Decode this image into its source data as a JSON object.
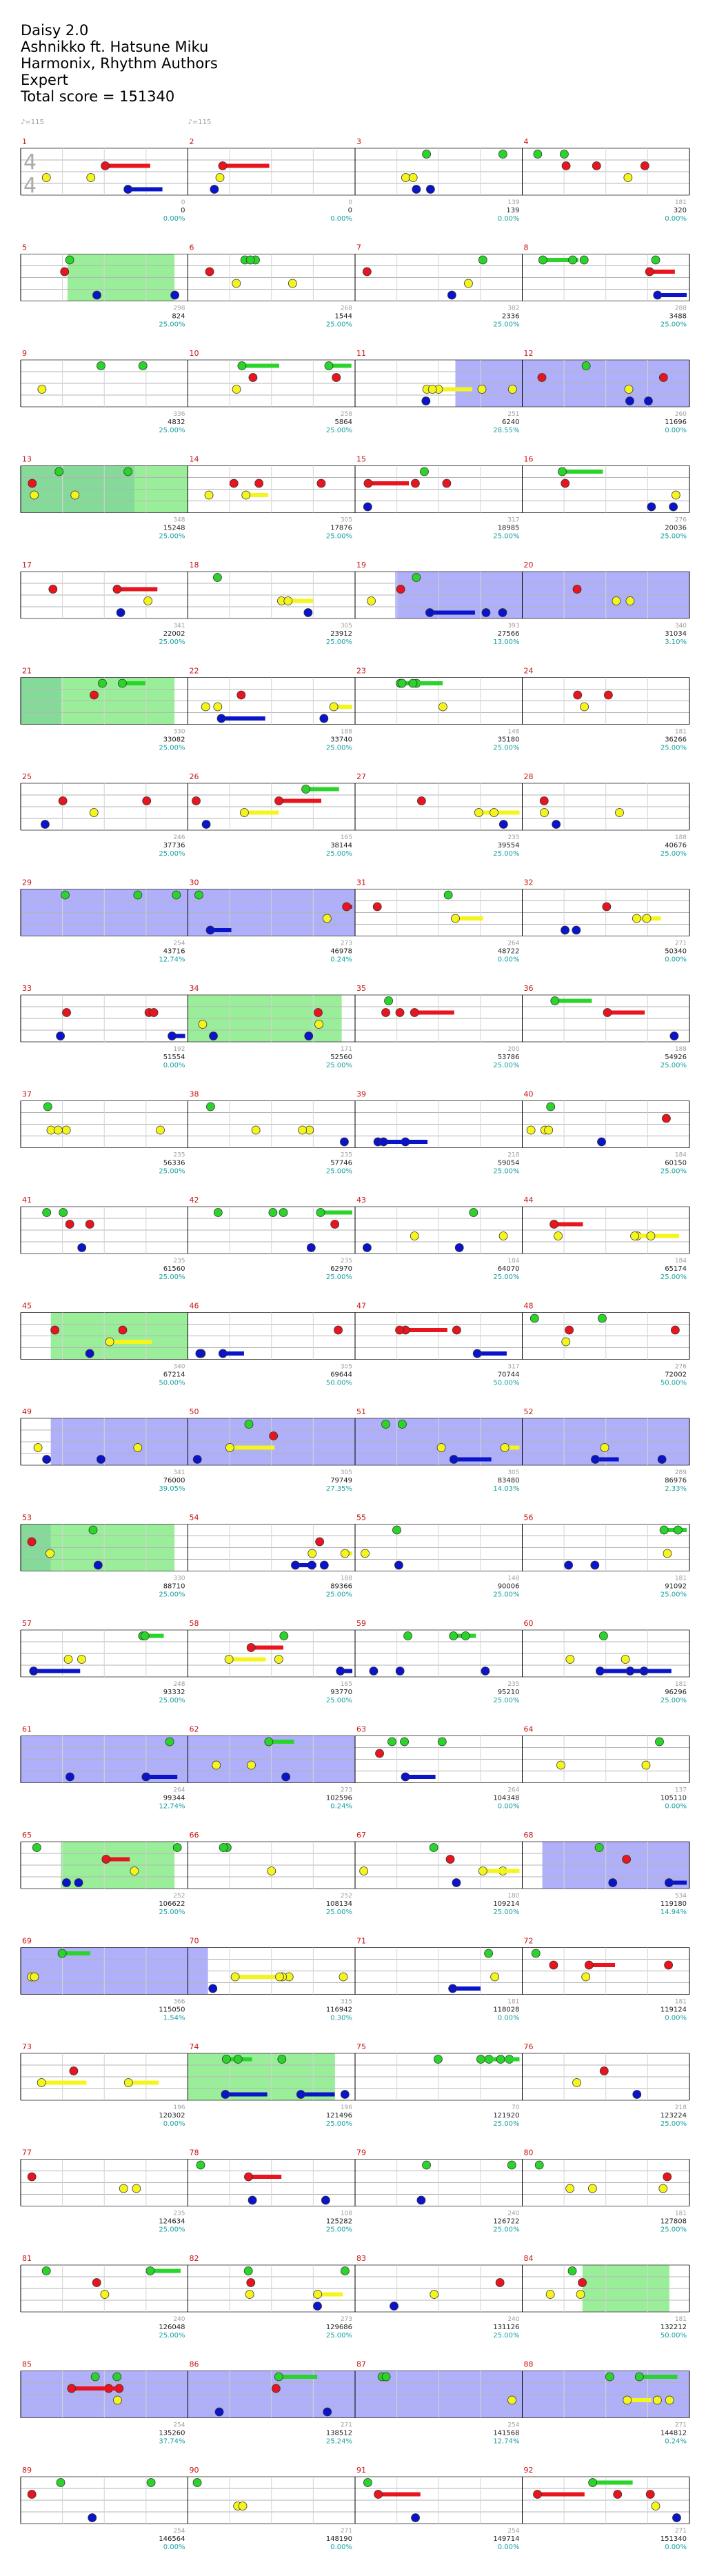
{
  "header": {
    "title": "Daisy 2.0",
    "artist": "Ashnikko ft. Hatsune Miku",
    "charter": "Harmonix, Rhythm Authors",
    "difficulty": "Expert",
    "total_score": "Total score = 151340"
  },
  "tempo_labels": [
    "♪=115",
    "♪=115"
  ],
  "rows": [
    {
      "measures": [
        1,
        2,
        3,
        4
      ],
      "scores": [
        "0",
        "0",
        "139",
        "320"
      ],
      "phrase_pts": [
        "0",
        "0",
        "139",
        "181"
      ],
      "pct": [
        "0.00%",
        "0.00%",
        "0.00%",
        "0.00%"
      ],
      "sp": [],
      "od": []
    },
    {
      "measures": [
        5,
        6,
        7,
        8
      ],
      "scores": [
        "824",
        "1544",
        "2336",
        "3488"
      ],
      "phrase_pts": [
        "298",
        "268",
        "382",
        "288"
      ],
      "pct": [
        "25.00%",
        "25.00%",
        "25.00%",
        "25.00%"
      ],
      "sp": [
        [
          0.07,
          0.23
        ]
      ],
      "od": []
    },
    {
      "measures": [
        9,
        10,
        11,
        12
      ],
      "scores": [
        "4832",
        "5864",
        "6240",
        "11696"
      ],
      "phrase_pts": [
        "336",
        "258",
        "251",
        "260"
      ],
      "pct": [
        "25.00%",
        "25.00%",
        "28.55%",
        "0.00%"
      ],
      "sp": [],
      "od": [
        [
          0.65,
          1.0
        ]
      ]
    },
    {
      "measures": [
        13,
        14,
        15,
        16
      ],
      "scores": [
        "15248",
        "17876",
        "18985",
        "20036"
      ],
      "phrase_pts": [
        "348",
        "305",
        "317",
        "276"
      ],
      "pct": [
        "25.00%",
        "25.00%",
        "25.00%",
        "25.00%"
      ],
      "sp": [
        [
          0.0,
          0.25
        ]
      ],
      "od": [
        [
          0.0,
          0.17
        ]
      ]
    },
    {
      "measures": [
        17,
        18,
        19,
        20
      ],
      "scores": [
        "22002",
        "23912",
        "27566",
        "31034"
      ],
      "phrase_pts": [
        "341",
        "305",
        "393",
        "340"
      ],
      "pct": [
        "25.00%",
        "25.00%",
        "13.00%",
        "3.10%"
      ],
      "sp": [],
      "od": [
        [
          0.56,
          1.0
        ]
      ]
    },
    {
      "measures": [
        21,
        22,
        23,
        24
      ],
      "scores": [
        "33082",
        "33740",
        "35180",
        "36266"
      ],
      "phrase_pts": [
        "330",
        "188",
        "148",
        "181"
      ],
      "pct": [
        "25.00%",
        "25.00%",
        "25.00%",
        "25.00%"
      ],
      "sp": [
        [
          0.0,
          0.23
        ]
      ],
      "od": [
        [
          0.0,
          0.06
        ]
      ]
    },
    {
      "measures": [
        25,
        26,
        27,
        28
      ],
      "scores": [
        "37736",
        "38144",
        "39554",
        "40676"
      ],
      "phrase_pts": [
        "246",
        "165",
        "235",
        "188"
      ],
      "pct": [
        "25.00%",
        "25.00%",
        "25.00%",
        "25.00%"
      ],
      "sp": [],
      "od": []
    },
    {
      "measures": [
        29,
        30,
        31,
        32
      ],
      "scores": [
        "43716",
        "46978",
        "48722",
        "50340"
      ],
      "phrase_pts": [
        "254",
        "273",
        "264",
        "271"
      ],
      "pct": [
        "12.74%",
        "0.24%",
        "0.00%",
        "0.00%"
      ],
      "sp": [],
      "od": [
        [
          0.0,
          0.5
        ]
      ]
    },
    {
      "measures": [
        33,
        34,
        35,
        36
      ],
      "scores": [
        "51554",
        "52560",
        "53786",
        "54926"
      ],
      "phrase_pts": [
        "192",
        "171",
        "200",
        "188"
      ],
      "pct": [
        "0.00%",
        "25.00%",
        "25.00%",
        "25.00%"
      ],
      "sp": [
        [
          0.25,
          0.48
        ]
      ],
      "od": []
    },
    {
      "measures": [
        37,
        38,
        39,
        40
      ],
      "scores": [
        "56336",
        "57746",
        "59054",
        "60150"
      ],
      "phrase_pts": [
        "235",
        "235",
        "218",
        "184"
      ],
      "pct": [
        "25.00%",
        "25.00%",
        "25.00%",
        "25.00%"
      ],
      "sp": [],
      "od": []
    },
    {
      "measures": [
        41,
        42,
        43,
        44
      ],
      "scores": [
        "61560",
        "62970",
        "64070",
        "65174"
      ],
      "phrase_pts": [
        "235",
        "235",
        "184",
        "184"
      ],
      "pct": [
        "25.00%",
        "25.00%",
        "25.00%",
        "25.00%"
      ],
      "sp": [],
      "od": []
    },
    {
      "measures": [
        45,
        46,
        47,
        48
      ],
      "scores": [
        "67214",
        "69644",
        "70744",
        "72002"
      ],
      "phrase_pts": [
        "340",
        "305",
        "317",
        "276"
      ],
      "pct": [
        "50.00%",
        "50.00%",
        "50.00%",
        "50.00%"
      ],
      "sp": [
        [
          0.045,
          0.25
        ]
      ],
      "od": []
    },
    {
      "measures": [
        49,
        50,
        51,
        52
      ],
      "scores": [
        "76000",
        "79749",
        "83480",
        "86976"
      ],
      "phrase_pts": [
        "341",
        "305",
        "305",
        "289"
      ],
      "pct": [
        "39.05%",
        "27.35%",
        "14.03%",
        "2.33%"
      ],
      "sp": [],
      "od": [
        [
          0.045,
          1.0
        ]
      ]
    },
    {
      "measures": [
        53,
        54,
        55,
        56
      ],
      "scores": [
        "88710",
        "89366",
        "90006",
        "91092"
      ],
      "phrase_pts": [
        "330",
        "188",
        "148",
        "181"
      ],
      "pct": [
        "25.00%",
        "25.00%",
        "25.00%",
        "25.00%"
      ],
      "sp": [
        [
          0.0,
          0.23
        ]
      ],
      "od": [
        [
          0.0,
          0.045
        ]
      ]
    },
    {
      "measures": [
        57,
        58,
        59,
        60
      ],
      "scores": [
        "93332",
        "93770",
        "95210",
        "96296"
      ],
      "phrase_pts": [
        "248",
        "165",
        "235",
        "181"
      ],
      "pct": [
        "25.00%",
        "25.00%",
        "25.00%",
        "25.00%"
      ],
      "sp": [],
      "od": []
    },
    {
      "measures": [
        61,
        62,
        63,
        64
      ],
      "scores": [
        "99344",
        "102596",
        "104348",
        "105110"
      ],
      "phrase_pts": [
        "264",
        "273",
        "264",
        "137"
      ],
      "pct": [
        "12.74%",
        "0.24%",
        "0.00%",
        "0.00%"
      ],
      "sp": [],
      "od": [
        [
          0.0,
          0.5
        ]
      ]
    },
    {
      "measures": [
        65,
        66,
        67,
        68
      ],
      "scores": [
        "106622",
        "108134",
        "109214",
        "119180"
      ],
      "phrase_pts": [
        "252",
        "252",
        "180",
        "534"
      ],
      "pct": [
        "25.00%",
        "25.00%",
        "25.00%",
        "14.94%"
      ],
      "sp": [
        [
          0.06,
          0.23
        ]
      ],
      "od": [
        [
          0.78,
          1.0
        ]
      ]
    },
    {
      "measures": [
        69,
        70,
        71,
        72
      ],
      "scores": [
        "115050",
        "116942",
        "118028",
        "119124"
      ],
      "phrase_pts": [
        "366",
        "315",
        "181",
        "181"
      ],
      "pct": [
        "1.54%",
        "0.30%",
        "0.00%",
        "0.00%"
      ],
      "sp": [],
      "od": [
        [
          0.0,
          0.28
        ]
      ]
    },
    {
      "measures": [
        73,
        74,
        75,
        76
      ],
      "scores": [
        "120302",
        "121496",
        "121920",
        "123224"
      ],
      "phrase_pts": [
        "196",
        "196",
        "70",
        "218"
      ],
      "pct": [
        "0.00%",
        "25.00%",
        "25.00%",
        "25.00%"
      ],
      "sp": [
        [
          0.25,
          0.47
        ]
      ],
      "od": []
    },
    {
      "measures": [
        77,
        78,
        79,
        80
      ],
      "scores": [
        "124634",
        "125282",
        "126722",
        "127808"
      ],
      "phrase_pts": [
        "235",
        "108",
        "240",
        "181"
      ],
      "pct": [
        "25.00%",
        "25.00%",
        "25.00%",
        "25.00%"
      ],
      "sp": [],
      "od": []
    },
    {
      "measures": [
        81,
        82,
        83,
        84
      ],
      "scores": [
        "126048",
        "129686",
        "131126",
        "132212"
      ],
      "phrase_pts": [
        "240",
        "273",
        "240",
        "181"
      ],
      "pct": [
        "25.00%",
        "25.00%",
        "25.00%",
        "50.00%"
      ],
      "sp": [
        [
          0.84,
          0.97
        ]
      ],
      "od": []
    },
    {
      "measures": [
        85,
        86,
        87,
        88
      ],
      "scores": [
        "135260",
        "138512",
        "141568",
        "144812"
      ],
      "phrase_pts": [
        "254",
        "271",
        "254",
        "271"
      ],
      "pct": [
        "37.74%",
        "25.24%",
        "12.74%",
        "0.24%"
      ],
      "sp": [],
      "od": [
        [
          0.0,
          1.0
        ]
      ]
    },
    {
      "measures": [
        89,
        90,
        91,
        92
      ],
      "scores": [
        "146564",
        "148190",
        "149714",
        "151340"
      ],
      "phrase_pts": [
        "254",
        "271",
        "254",
        "271"
      ],
      "pct": [
        "0.00%",
        "0.00%",
        "0.00%",
        "0.00%"
      ],
      "sp": [],
      "od": []
    }
  ],
  "colors": {
    "staff_line": "#b4b4b4",
    "bar_line": "#000000",
    "red": "#e8141e",
    "yellow": "#f5f51e",
    "blue": "#0a14c8",
    "green": "#2ad42a",
    "orange": "#f5a014",
    "od_fill": "#6e6ef5",
    "sp_fill": "#78e878",
    "score": "#1e1e1e",
    "phrase": "#a0a0a0",
    "pct": "#19a0a0",
    "measure_number": "#c81414"
  }
}
